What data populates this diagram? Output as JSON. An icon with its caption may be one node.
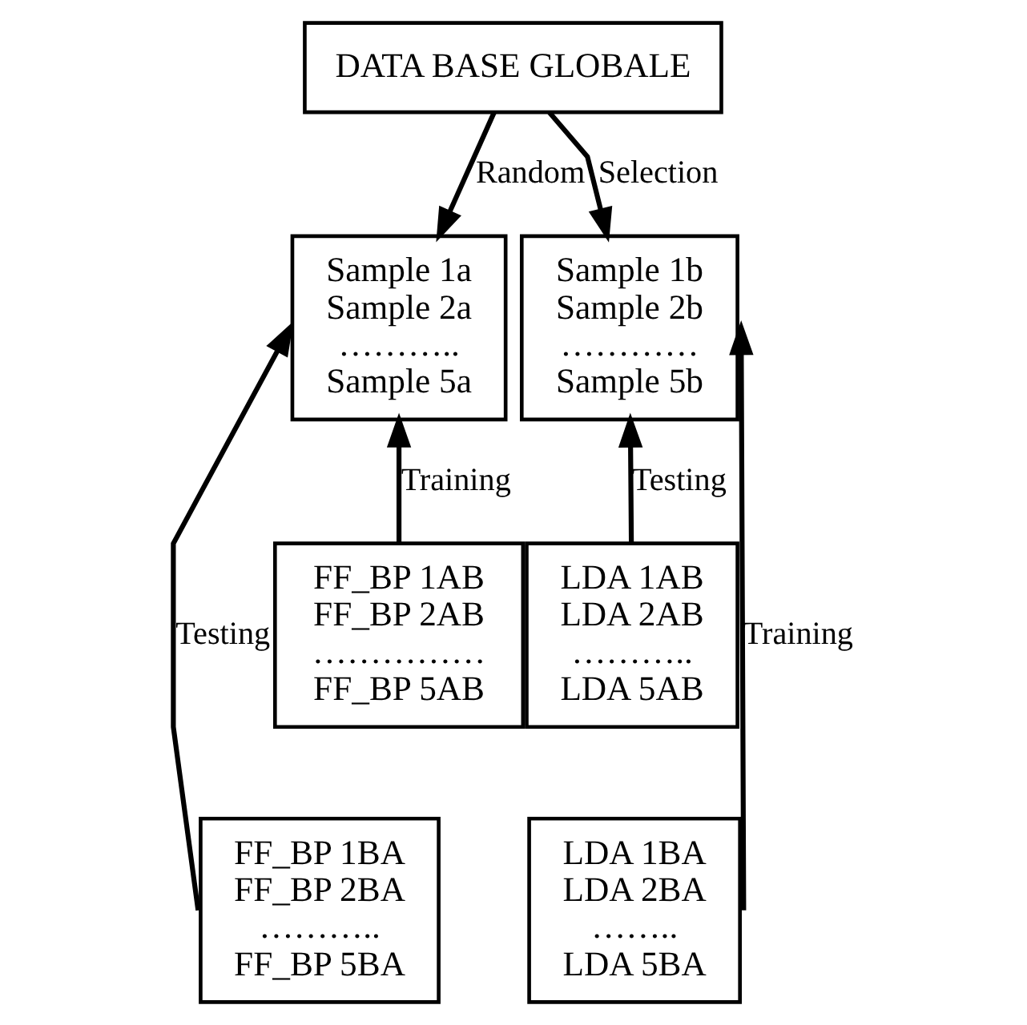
{
  "diagram": {
    "nodes": [
      {
        "text": [
          "DATA BASE GLOBALE"
        ]
      },
      {
        "text": [
          "Sample 1a",
          "Sample 2a",
          "………..",
          "Sample 5a"
        ]
      },
      {
        "text": [
          "Sample 1b",
          "Sample 2b",
          "…………",
          "Sample 5b"
        ]
      },
      {
        "text": [
          "FF_BP 1AB",
          "FF_BP 2AB",
          "……………",
          "FF_BP 5AB"
        ]
      },
      {
        "text": [
          "LDA 1AB",
          "LDA 2AB",
          "………..",
          "LDA 5AB"
        ]
      },
      {
        "text": [
          "FF_BP 1BA",
          "FF_BP 2BA",
          "………..",
          "FF_BP 5BA"
        ]
      },
      {
        "text": [
          "LDA 1BA",
          "LDA 2BA",
          "……..",
          "LDA 5BA"
        ]
      }
    ],
    "edges": [
      {
        "from": 0,
        "to": 1,
        "arrow": "to",
        "label": "Random"
      },
      {
        "from": 0,
        "to": 2,
        "arrow": "to",
        "label": "Selection"
      },
      {
        "from": 3,
        "to": 1,
        "arrow": "to",
        "label": "Training"
      },
      {
        "from": 4,
        "to": 2,
        "arrow": "to",
        "label": "Testing"
      },
      {
        "from": 5,
        "to": 1,
        "arrow": "to",
        "label": "Testing"
      },
      {
        "from": 6,
        "to": 2,
        "arrow": "to",
        "label": "Training"
      }
    ]
  }
}
